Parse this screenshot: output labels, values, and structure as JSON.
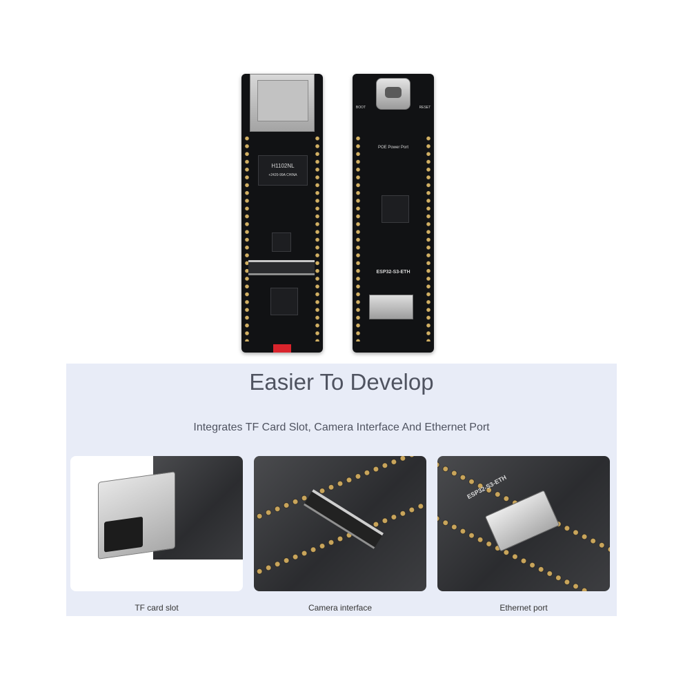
{
  "hero": {
    "front_board": {
      "chip_main": "H1102NL",
      "chip_sub": "+2420-99A CHINA"
    },
    "back_board": {
      "btn_left": "BOOT",
      "btn_right": "RESET",
      "port_label": "POE Power Port",
      "board_name": "ESP32-S3-ETH"
    }
  },
  "feature": {
    "title": "Easier To Develop",
    "subtitle": "Integrates TF Card Slot, Camera Interface And Ethernet Port",
    "cards": [
      {
        "label": "TF card slot",
        "pcb_text": ""
      },
      {
        "label": "Camera interface",
        "pcb_text": ""
      },
      {
        "label": "Ethernet port",
        "pcb_text": "ESP32-S3-ETH"
      }
    ]
  },
  "colors": {
    "panel_bg": "#e8ecf7",
    "pcb_black": "#111214",
    "pad_gold": "#c9a55b",
    "text": "#4f5360"
  }
}
